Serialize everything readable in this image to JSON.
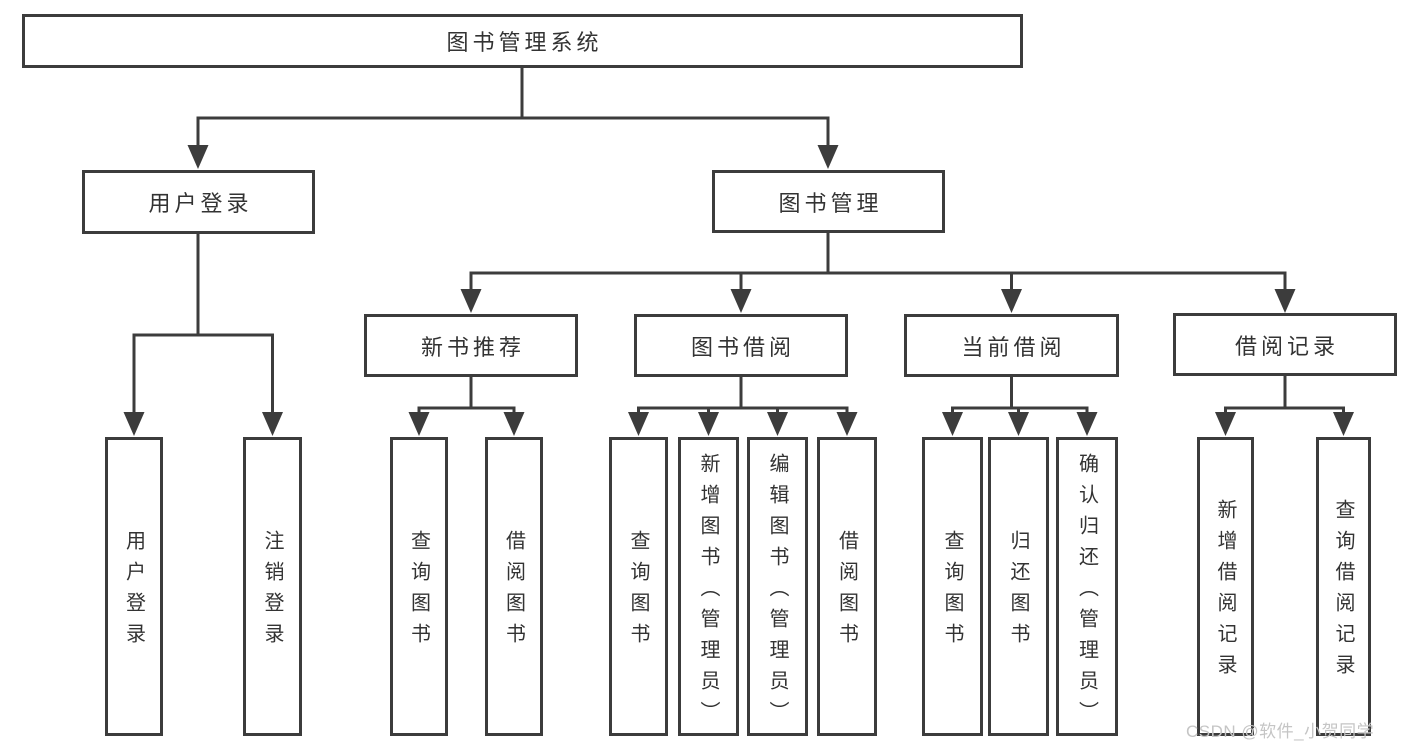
{
  "colors": {
    "background": "#ffffff",
    "line": "#3c3c3c",
    "box_border": "#3c3c3c",
    "text": "#333333",
    "watermark": "#c5c5c5"
  },
  "tree": {
    "root": {
      "label": "图书管理系统",
      "children": [
        {
          "label": "用户登录",
          "children": [
            {
              "label": "用户登录"
            },
            {
              "label": "注销登录"
            }
          ]
        },
        {
          "label": "图书管理",
          "children": [
            {
              "label": "新书推荐",
              "children": [
                {
                  "label": "查询图书"
                },
                {
                  "label": "借阅图书"
                }
              ]
            },
            {
              "label": "图书借阅",
              "children": [
                {
                  "label": "查询图书"
                },
                {
                  "label": "新增图书（管理员）"
                },
                {
                  "label": "编辑图书（管理员）"
                },
                {
                  "label": "借阅图书"
                }
              ]
            },
            {
              "label": "当前借阅",
              "children": [
                {
                  "label": "查询图书"
                },
                {
                  "label": "归还图书"
                },
                {
                  "label": "确认归还（管理员）"
                }
              ]
            },
            {
              "label": "借阅记录",
              "children": [
                {
                  "label": "新增借阅记录"
                },
                {
                  "label": "查询借阅记录"
                }
              ]
            }
          ]
        }
      ]
    }
  },
  "watermark": {
    "text": "CSDN @软件_小贺同学"
  }
}
